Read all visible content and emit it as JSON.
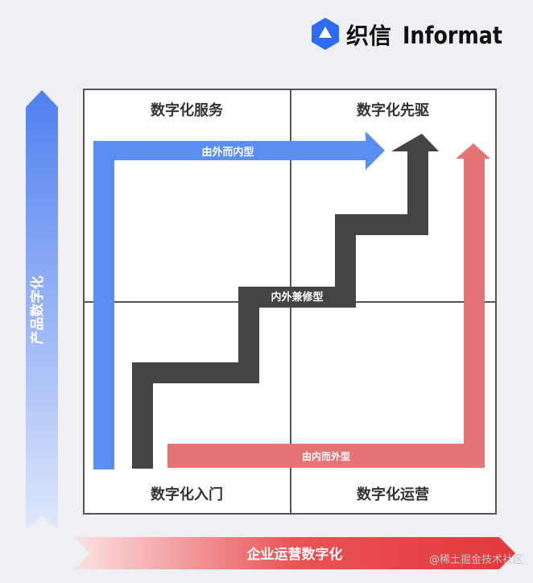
{
  "brand": {
    "name_cn": "织信",
    "name_en": "Informat",
    "accent": "#2c6cf4"
  },
  "quadrants": {
    "top_left": "数字化服务",
    "top_right": "数字化先驱",
    "bottom_left": "数字化入门",
    "bottom_right": "数字化运营"
  },
  "paths": {
    "outside_in": {
      "label": "由外而内型",
      "color": "#5b8ef2"
    },
    "hybrid": {
      "label": "内外兼修型",
      "color": "#444444"
    },
    "inside_out": {
      "label": "由内而外型",
      "color": "#e77475"
    }
  },
  "axes": {
    "vertical": {
      "label": "产品数字化",
      "color": "#5b8ef2"
    },
    "horizontal": {
      "label": "企业运营数字化",
      "color": "#e2383c"
    }
  },
  "watermark": "@稀土掘金技术社区"
}
